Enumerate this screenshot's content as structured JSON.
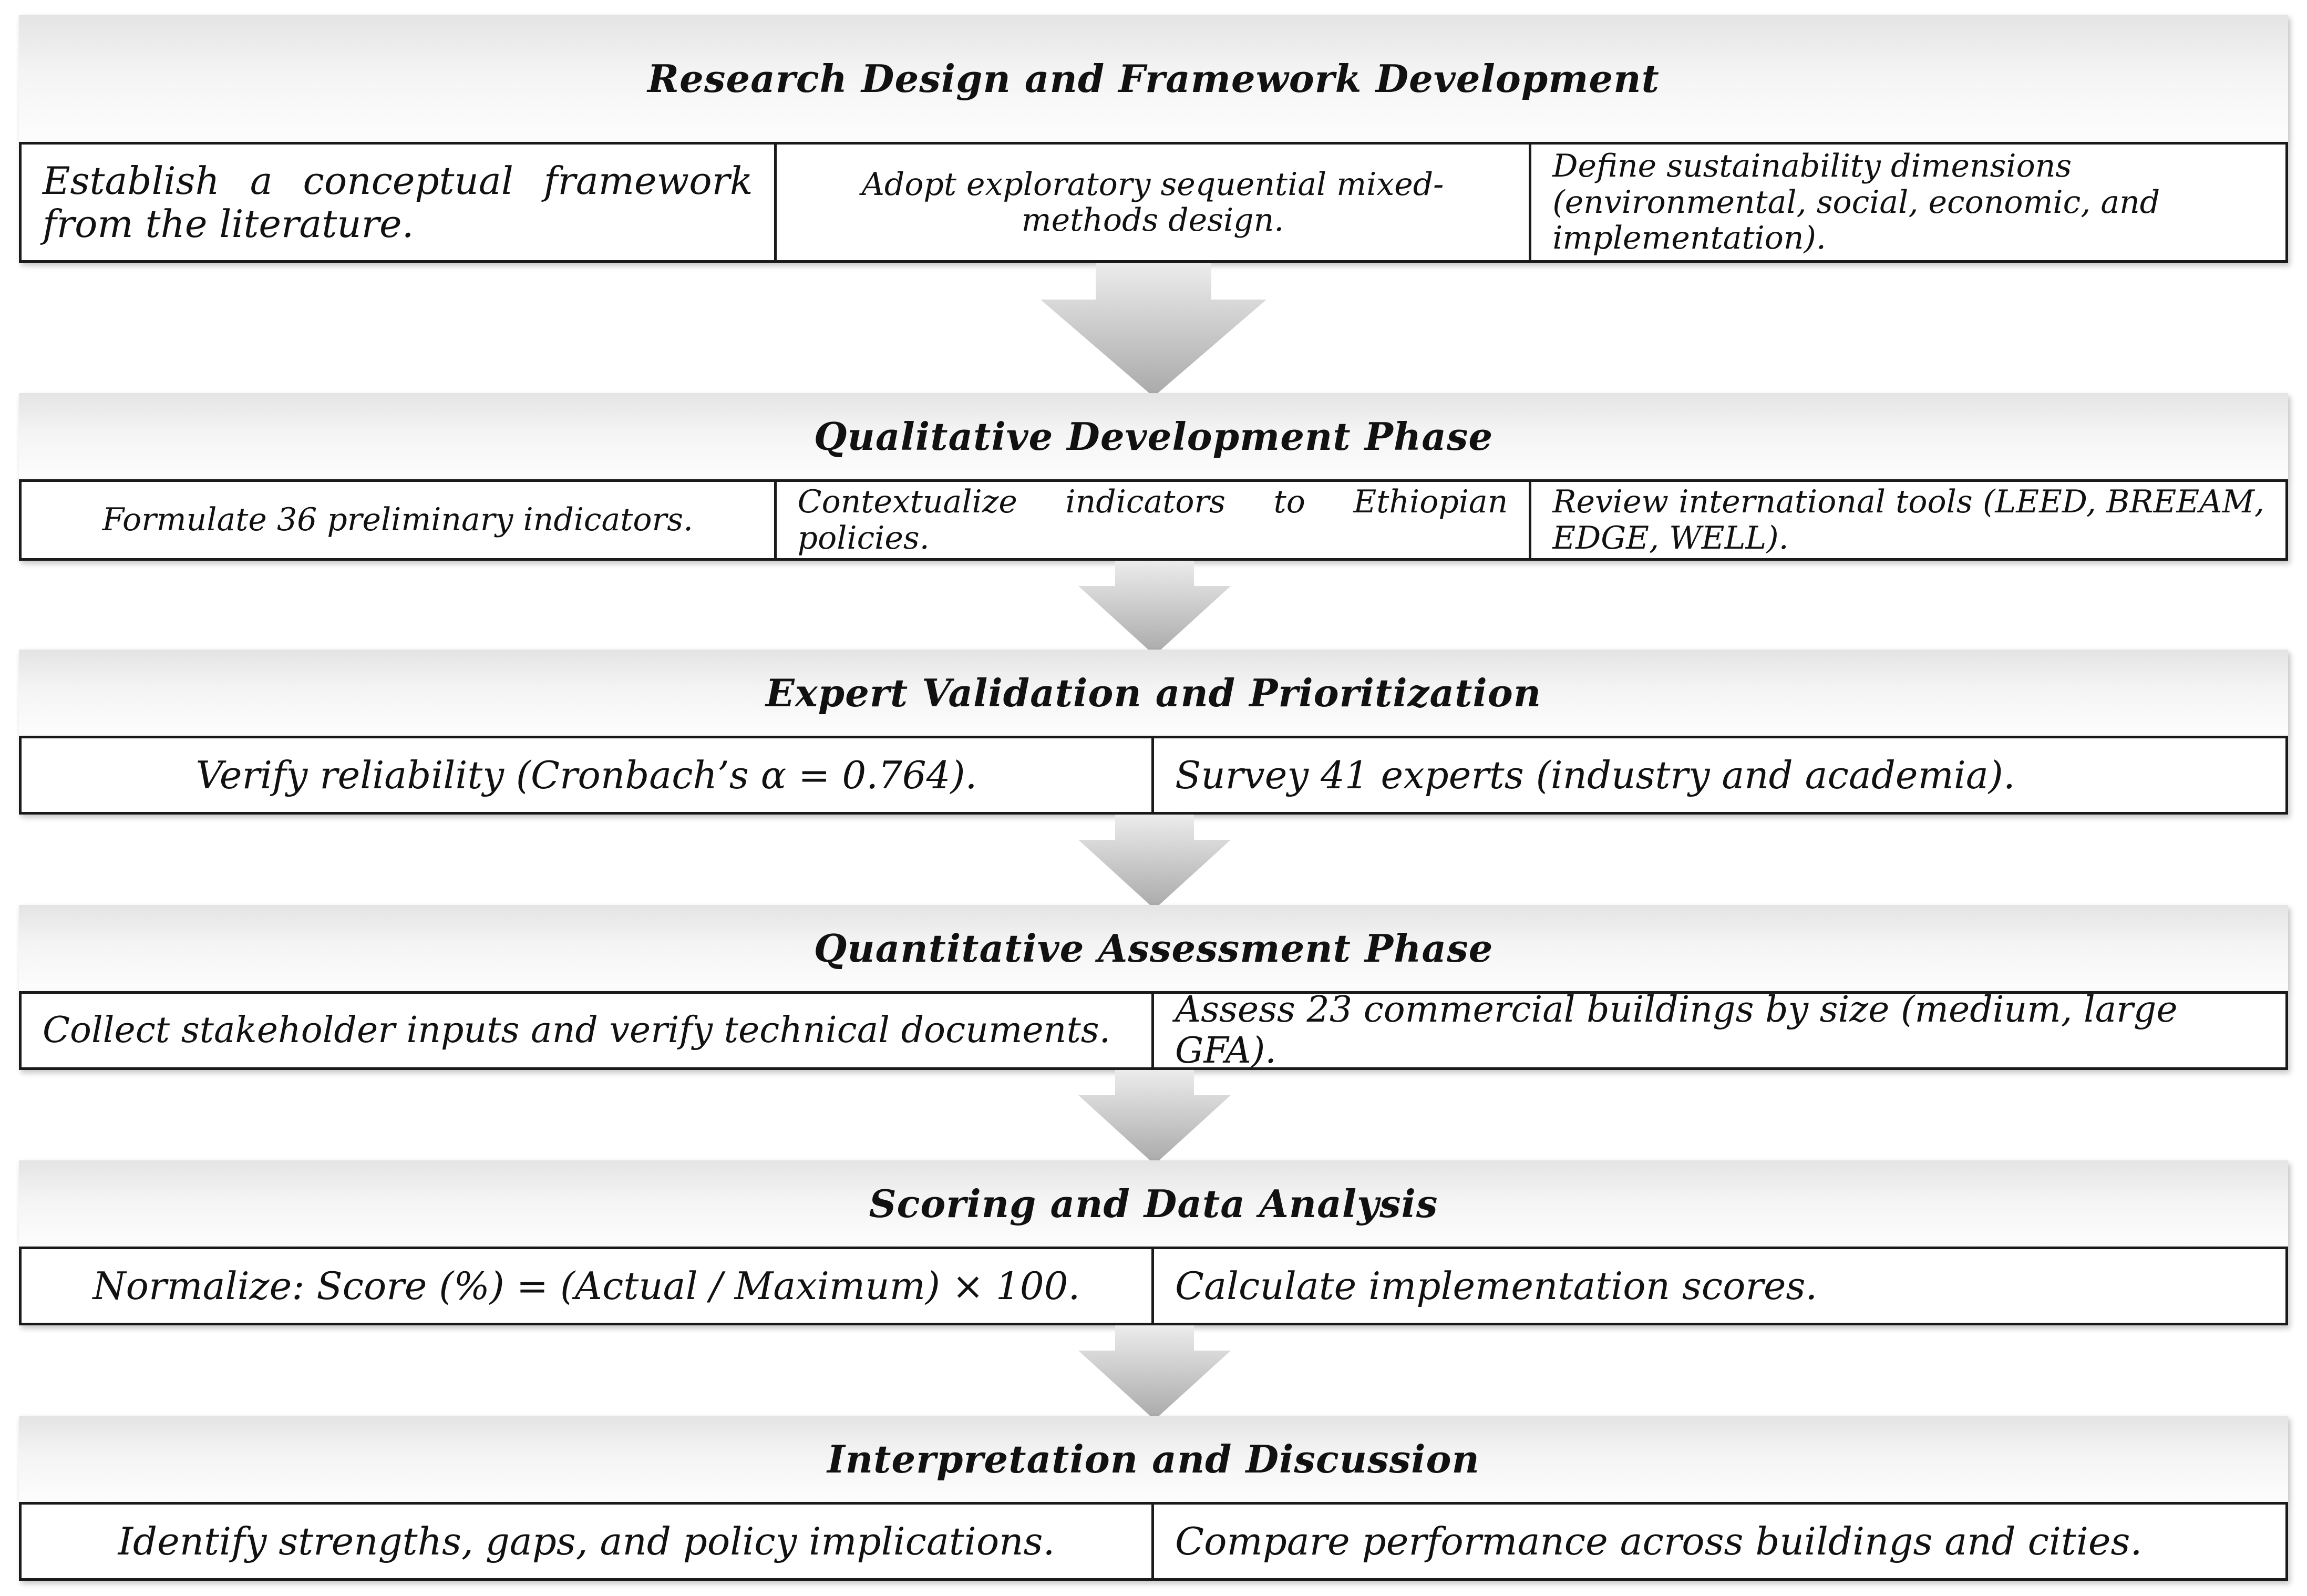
{
  "phases": [
    {
      "title": "Research Design and Framework Development",
      "cells": [
        "Establish a conceptual framework from the literature.",
        "Adopt exploratory sequential mixed-methods design.",
        "Define sustainability dimensions (environmental, social, economic, and implementation)."
      ]
    },
    {
      "title": "Qualitative Development Phase",
      "cells": [
        "Formulate 36 preliminary indicators.",
        "Contextualize indicators to Ethiopian policies.",
        "Review international tools (LEED, BREEAM, EDGE, WELL)."
      ]
    },
    {
      "title": "Expert Validation and Prioritization",
      "cells": [
        "Verify reliability (Cronbach’s α = 0.764).",
        "Survey 41 experts (industry and academia)."
      ]
    },
    {
      "title": "Quantitative Assessment Phase",
      "cells": [
        "Collect stakeholder inputs and verify technical documents.",
        "Assess 23 commercial buildings by size (medium, large GFA)."
      ]
    },
    {
      "title": "Scoring and Data Analysis",
      "cells": [
        "Normalize: Score (%) = (Actual / Maximum) × 100.",
        "Calculate implementation scores."
      ]
    },
    {
      "title": "Interpretation and Discussion",
      "cells": [
        "Identify strengths, gaps, and policy implications.",
        "Compare performance across buildings and cities."
      ]
    }
  ],
  "colors": {
    "arrow_light": "#e6e6e6",
    "arrow_dark": "#b3b3b3",
    "border": "#1a1a1a",
    "header_top": "#e4e4e4",
    "header_bottom": "#fdfdfd"
  }
}
